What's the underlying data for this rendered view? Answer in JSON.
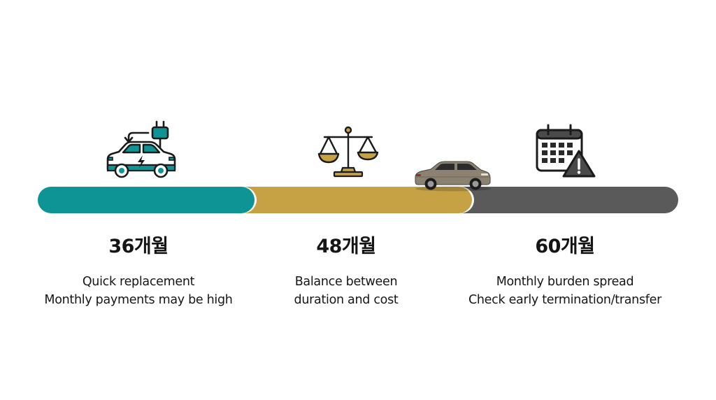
{
  "colors": {
    "teal": "#0e9494",
    "gold": "#c6a245",
    "gray": "#5a5a5a",
    "ink": "#1a1a1a"
  },
  "stages": [
    {
      "duration": "36개월",
      "icon": "ev-charging-car-icon",
      "lines": [
        "Quick replacement",
        "Monthly payments may be high"
      ]
    },
    {
      "duration": "48개월",
      "icon": "balance-scale-icon",
      "lines": [
        "Balance between",
        "duration and cost"
      ]
    },
    {
      "duration": "60개월",
      "icon": "calendar-warning-icon",
      "lines": [
        "Monthly burden spread",
        "Check early termination/transfer"
      ]
    }
  ],
  "marker_icon": "suv-car-icon"
}
